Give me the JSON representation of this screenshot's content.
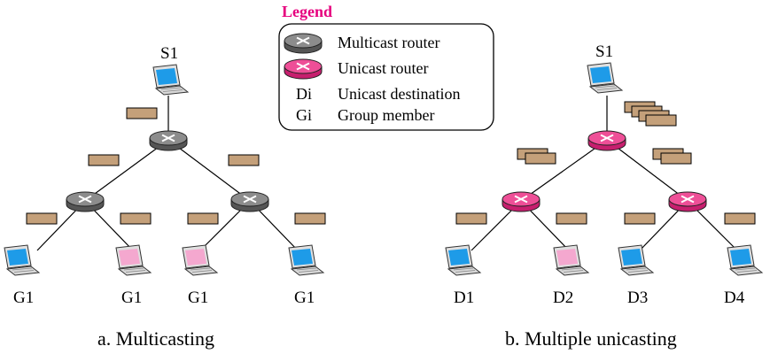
{
  "legend": {
    "title": "Legend",
    "items": [
      {
        "symbol": "multicast-router",
        "label": "Multicast router"
      },
      {
        "symbol": "unicast-router",
        "label": "Unicast router"
      },
      {
        "symbol": "Di",
        "label": "Unicast destination"
      },
      {
        "symbol": "Gi",
        "label": "Group member"
      }
    ]
  },
  "diagram_a": {
    "caption": "a. Multicasting",
    "source": "S1",
    "hosts": [
      "G1",
      "G1",
      "G1",
      "G1"
    ],
    "router_color": "#8c8c8c"
  },
  "diagram_b": {
    "caption": "b. Multiple unicasting",
    "source": "S1",
    "hosts": [
      "D1",
      "D2",
      "D3",
      "D4"
    ],
    "router_color": "#ee4f97"
  },
  "colors": {
    "packet": "#c4a07a",
    "multicast_router": "#8c8c8c",
    "unicast_router": "#ee4f97",
    "screen_blue": "#1e9be8",
    "screen_pink": "#f4a8cf",
    "legend_title": "#e6007e"
  }
}
